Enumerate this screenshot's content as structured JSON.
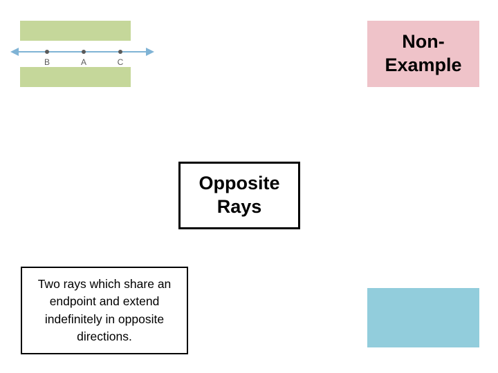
{
  "slide": {
    "example": {
      "band_color": "#c5d79a",
      "figure_name": "opposite-rays-diagram",
      "point_labels": [
        "B",
        "A",
        "C"
      ]
    },
    "nonexample": {
      "label": "Non-Example",
      "line1": "Non-",
      "line2": "Example",
      "background_color": "#efc3c9"
    },
    "title": {
      "line1": "Opposite",
      "line2": "Rays"
    },
    "definition": {
      "text": "Two rays which share an endpoint and extend indefinitely in opposite directions."
    },
    "blue_block": {
      "color": "#92cddc"
    }
  }
}
